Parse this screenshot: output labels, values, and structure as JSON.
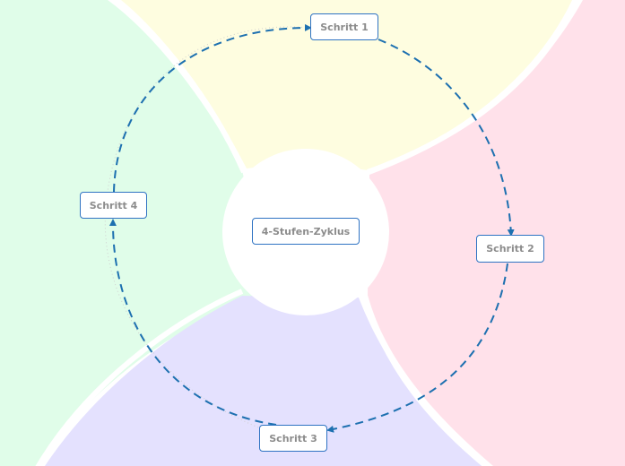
{
  "diagram": {
    "center_label": "4-Stufen-Zyklus",
    "steps": [
      {
        "label": "Schritt 1"
      },
      {
        "label": "Schritt 2"
      },
      {
        "label": "Schritt 3"
      },
      {
        "label": "Schritt 4"
      }
    ]
  },
  "colors": {
    "quadrant_top": "#fefde0",
    "quadrant_right": "#ffe1ea",
    "quadrant_bottom": "#e4e1fe",
    "quadrant_left": "#e0fde9",
    "separator": "#ffffff",
    "arrow": "#1d70b0",
    "node_border": "#2f73c3",
    "node_text": "#8c8c8c"
  }
}
